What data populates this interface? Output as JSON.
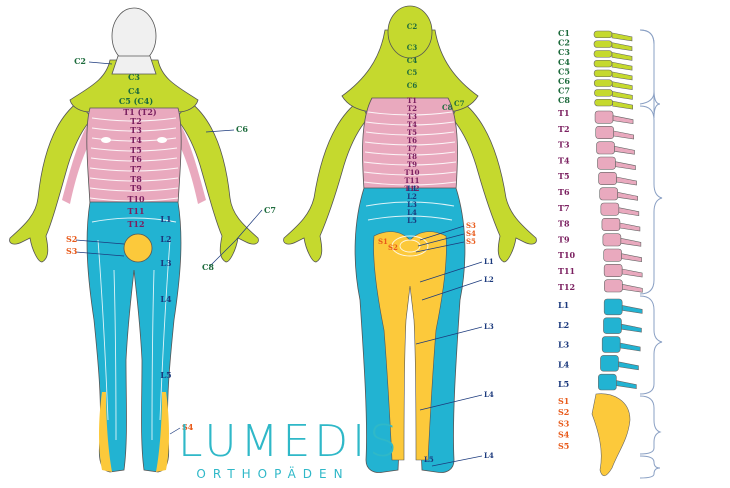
{
  "colors": {
    "cervical": "#c5d92e",
    "thoracic": "#e9a9be",
    "lumbar": "#22b3d2",
    "sacral": "#fcc93b",
    "head": "#f0f0f0",
    "cervical_text": "#1d6b3c",
    "thoracic_text": "#7b2060",
    "lumbar_text": "#1c3a7d",
    "sacral_text": "#e85a1a",
    "outline": "#555555",
    "logo": "#2fb8c8"
  },
  "front_labels": [
    {
      "id": "c2",
      "text": "C2",
      "group": "cervical"
    },
    {
      "id": "c3",
      "text": "C3",
      "group": "cervical"
    },
    {
      "id": "c4",
      "text": "C4",
      "group": "cervical"
    },
    {
      "id": "c5c4",
      "text": "C5 (C4)",
      "group": "cervical"
    },
    {
      "id": "t1t2",
      "text": "T1 (T2)",
      "group": "thoracic"
    },
    {
      "id": "t2",
      "text": "T2",
      "group": "thoracic"
    },
    {
      "id": "t3",
      "text": "T3",
      "group": "thoracic"
    },
    {
      "id": "t4",
      "text": "T4",
      "group": "thoracic"
    },
    {
      "id": "t5",
      "text": "T5",
      "group": "thoracic"
    },
    {
      "id": "t6",
      "text": "T6",
      "group": "thoracic"
    },
    {
      "id": "t7",
      "text": "T7",
      "group": "thoracic"
    },
    {
      "id": "t8",
      "text": "T8",
      "group": "thoracic"
    },
    {
      "id": "t9",
      "text": "T9",
      "group": "thoracic"
    },
    {
      "id": "t10",
      "text": "T10",
      "group": "thoracic"
    },
    {
      "id": "t11",
      "text": "T11",
      "group": "thoracic"
    },
    {
      "id": "t12",
      "text": "T12",
      "group": "thoracic"
    },
    {
      "id": "c6",
      "text": "C6",
      "group": "cervical"
    },
    {
      "id": "c7",
      "text": "C7",
      "group": "cervical"
    },
    {
      "id": "c8",
      "text": "C8",
      "group": "cervical"
    },
    {
      "id": "l1",
      "text": "L1",
      "group": "lumbar"
    },
    {
      "id": "l2",
      "text": "L2",
      "group": "lumbar"
    },
    {
      "id": "l3",
      "text": "L3",
      "group": "lumbar"
    },
    {
      "id": "l4",
      "text": "L4",
      "group": "lumbar"
    },
    {
      "id": "l5",
      "text": "L5",
      "group": "lumbar"
    },
    {
      "id": "s2",
      "text": "S2",
      "group": "sacral"
    },
    {
      "id": "s3",
      "text": "S3",
      "group": "sacral"
    },
    {
      "id": "s4",
      "text": "S4",
      "group": "sacral"
    }
  ],
  "back_labels": [
    {
      "id": "c2",
      "text": "C2",
      "group": "cervical"
    },
    {
      "id": "c3",
      "text": "C3",
      "group": "cervical"
    },
    {
      "id": "c4",
      "text": "C4",
      "group": "cervical"
    },
    {
      "id": "c5",
      "text": "C5",
      "group": "cervical"
    },
    {
      "id": "c6",
      "text": "C6",
      "group": "cervical"
    },
    {
      "id": "c7",
      "text": "C7",
      "group": "cervical"
    },
    {
      "id": "c8",
      "text": "C8",
      "group": "cervical"
    },
    {
      "id": "t1",
      "text": "T1",
      "group": "thoracic"
    },
    {
      "id": "t2",
      "text": "T2",
      "group": "thoracic"
    },
    {
      "id": "t3",
      "text": "T3",
      "group": "thoracic"
    },
    {
      "id": "t4",
      "text": "T4",
      "group": "thoracic"
    },
    {
      "id": "t5",
      "text": "T5",
      "group": "thoracic"
    },
    {
      "id": "t6",
      "text": "T6",
      "group": "thoracic"
    },
    {
      "id": "t7",
      "text": "T7",
      "group": "thoracic"
    },
    {
      "id": "t8",
      "text": "T8",
      "group": "thoracic"
    },
    {
      "id": "t9",
      "text": "T9",
      "group": "thoracic"
    },
    {
      "id": "t10",
      "text": "T10",
      "group": "thoracic"
    },
    {
      "id": "t11",
      "text": "T11",
      "group": "thoracic"
    },
    {
      "id": "t12",
      "text": "T12",
      "group": "thoracic"
    },
    {
      "id": "l1",
      "text": "L1",
      "group": "lumbar"
    },
    {
      "id": "l2",
      "text": "L2",
      "group": "lumbar"
    },
    {
      "id": "l3",
      "text": "L3",
      "group": "lumbar"
    },
    {
      "id": "l4",
      "text": "L4",
      "group": "lumbar"
    },
    {
      "id": "l5",
      "text": "L5",
      "group": "lumbar"
    },
    {
      "id": "s3",
      "text": "S3",
      "group": "sacral"
    },
    {
      "id": "s4",
      "text": "S4",
      "group": "sacral"
    },
    {
      "id": "s5",
      "text": "S5",
      "group": "sacral"
    },
    {
      "id": "s1",
      "text": "S1",
      "group": "sacral"
    },
    {
      "id": "s2",
      "text": "S2",
      "group": "sacral"
    },
    {
      "id": "l1_out",
      "text": "L1",
      "group": "lumbar"
    },
    {
      "id": "l2_out",
      "text": "L2",
      "group": "lumbar"
    },
    {
      "id": "l3_out",
      "text": "L3",
      "group": "lumbar"
    },
    {
      "id": "l4_out",
      "text": "L4",
      "group": "lumbar"
    },
    {
      "id": "l4_low",
      "text": "L4",
      "group": "lumbar"
    },
    {
      "id": "l5_low",
      "text": "L5",
      "group": "lumbar"
    }
  ],
  "spine_labels": [
    {
      "text": "C1",
      "group": "cervical"
    },
    {
      "text": "C2",
      "group": "cervical"
    },
    {
      "text": "C3",
      "group": "cervical"
    },
    {
      "text": "C4",
      "group": "cervical"
    },
    {
      "text": "C5",
      "group": "cervical"
    },
    {
      "text": "C6",
      "group": "cervical"
    },
    {
      "text": "C7",
      "group": "cervical"
    },
    {
      "text": "C8",
      "group": "cervical"
    },
    {
      "text": "T1",
      "group": "thoracic"
    },
    {
      "text": "T2",
      "group": "thoracic"
    },
    {
      "text": "T3",
      "group": "thoracic"
    },
    {
      "text": "T4",
      "group": "thoracic"
    },
    {
      "text": "T5",
      "group": "thoracic"
    },
    {
      "text": "T6",
      "group": "thoracic"
    },
    {
      "text": "T7",
      "group": "thoracic"
    },
    {
      "text": "T8",
      "group": "thoracic"
    },
    {
      "text": "T9",
      "group": "thoracic"
    },
    {
      "text": "T10",
      "group": "thoracic"
    },
    {
      "text": "T11",
      "group": "thoracic"
    },
    {
      "text": "T12",
      "group": "thoracic"
    },
    {
      "text": "L1",
      "group": "lumbar"
    },
    {
      "text": "L2",
      "group": "lumbar"
    },
    {
      "text": "L3",
      "group": "lumbar"
    },
    {
      "text": "L4",
      "group": "lumbar"
    },
    {
      "text": "L5",
      "group": "lumbar"
    },
    {
      "text": "S1",
      "group": "sacral"
    },
    {
      "text": "S2",
      "group": "sacral"
    },
    {
      "text": "S3",
      "group": "sacral"
    },
    {
      "text": "S4",
      "group": "sacral"
    },
    {
      "text": "S5",
      "group": "sacral"
    }
  ],
  "logo": {
    "main": "LUMEDIS",
    "sub": "ORTHOPÄDEN"
  }
}
